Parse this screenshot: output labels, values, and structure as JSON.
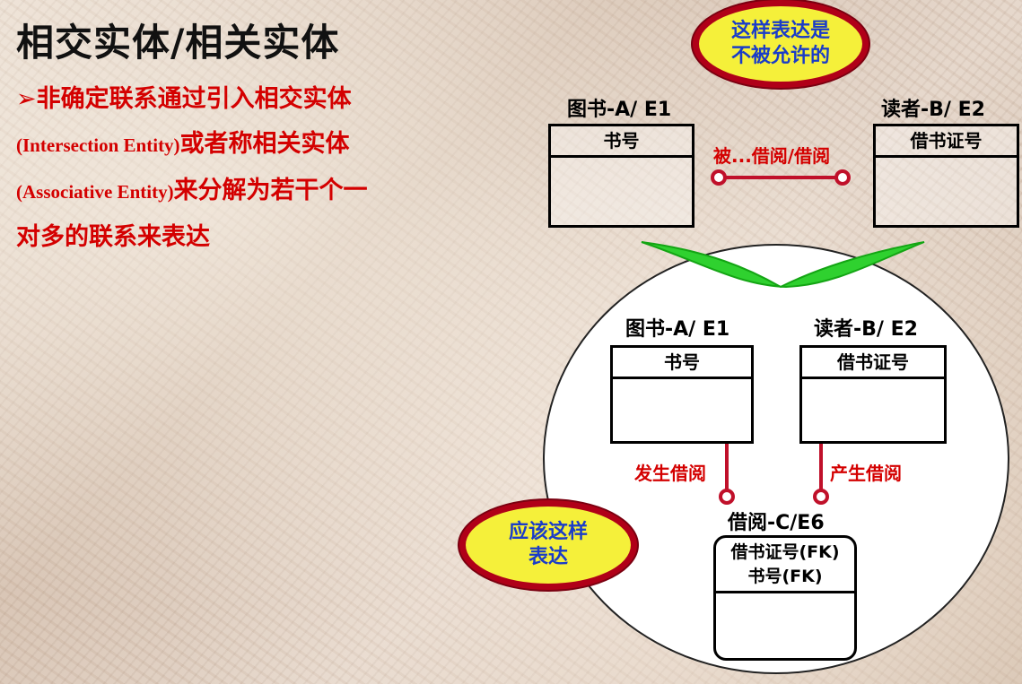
{
  "slide": {
    "title": "相交实体/相关实体",
    "bullets": [
      {
        "parts": [
          "➢",
          "非确定联系通过引入相交实体"
        ]
      },
      {
        "parts": [
          "(Intersection Entity)",
          "或者称相关实体"
        ]
      },
      {
        "parts": [
          "(Associative Entity)",
          "来分解为若干个一"
        ]
      },
      {
        "parts": [
          "对多的联系来表达"
        ]
      }
    ]
  },
  "top_diagram": {
    "bubble": [
      "这样表达是",
      "不被允许的"
    ],
    "entity_a": {
      "title": "图书-A/ E1",
      "key": "书号"
    },
    "entity_b": {
      "title": "读者-B/ E2",
      "key": "借书证号"
    },
    "relationship_label": "被...借阅/借阅"
  },
  "bottom_diagram": {
    "bubble": [
      "应该这样",
      "表达"
    ],
    "entity_a": {
      "title": "图书-A/ E1",
      "key": "书号"
    },
    "entity_b": {
      "title": "读者-B/ E2",
      "key": "借书证号"
    },
    "rel_a_label": "发生借阅",
    "rel_b_label": "产生借阅",
    "assoc_entity": {
      "title": "借阅-C/E6",
      "keys": [
        "借书证号(FK)",
        "书号(FK)"
      ]
    }
  },
  "colors": {
    "accent_red": "#d40000",
    "line_red": "#c0102a",
    "bubble_fill": "#f5f03a",
    "bubble_border": "#b00018",
    "bubble_text": "#1a3cc8",
    "arrow_green": "#2fd12f"
  }
}
